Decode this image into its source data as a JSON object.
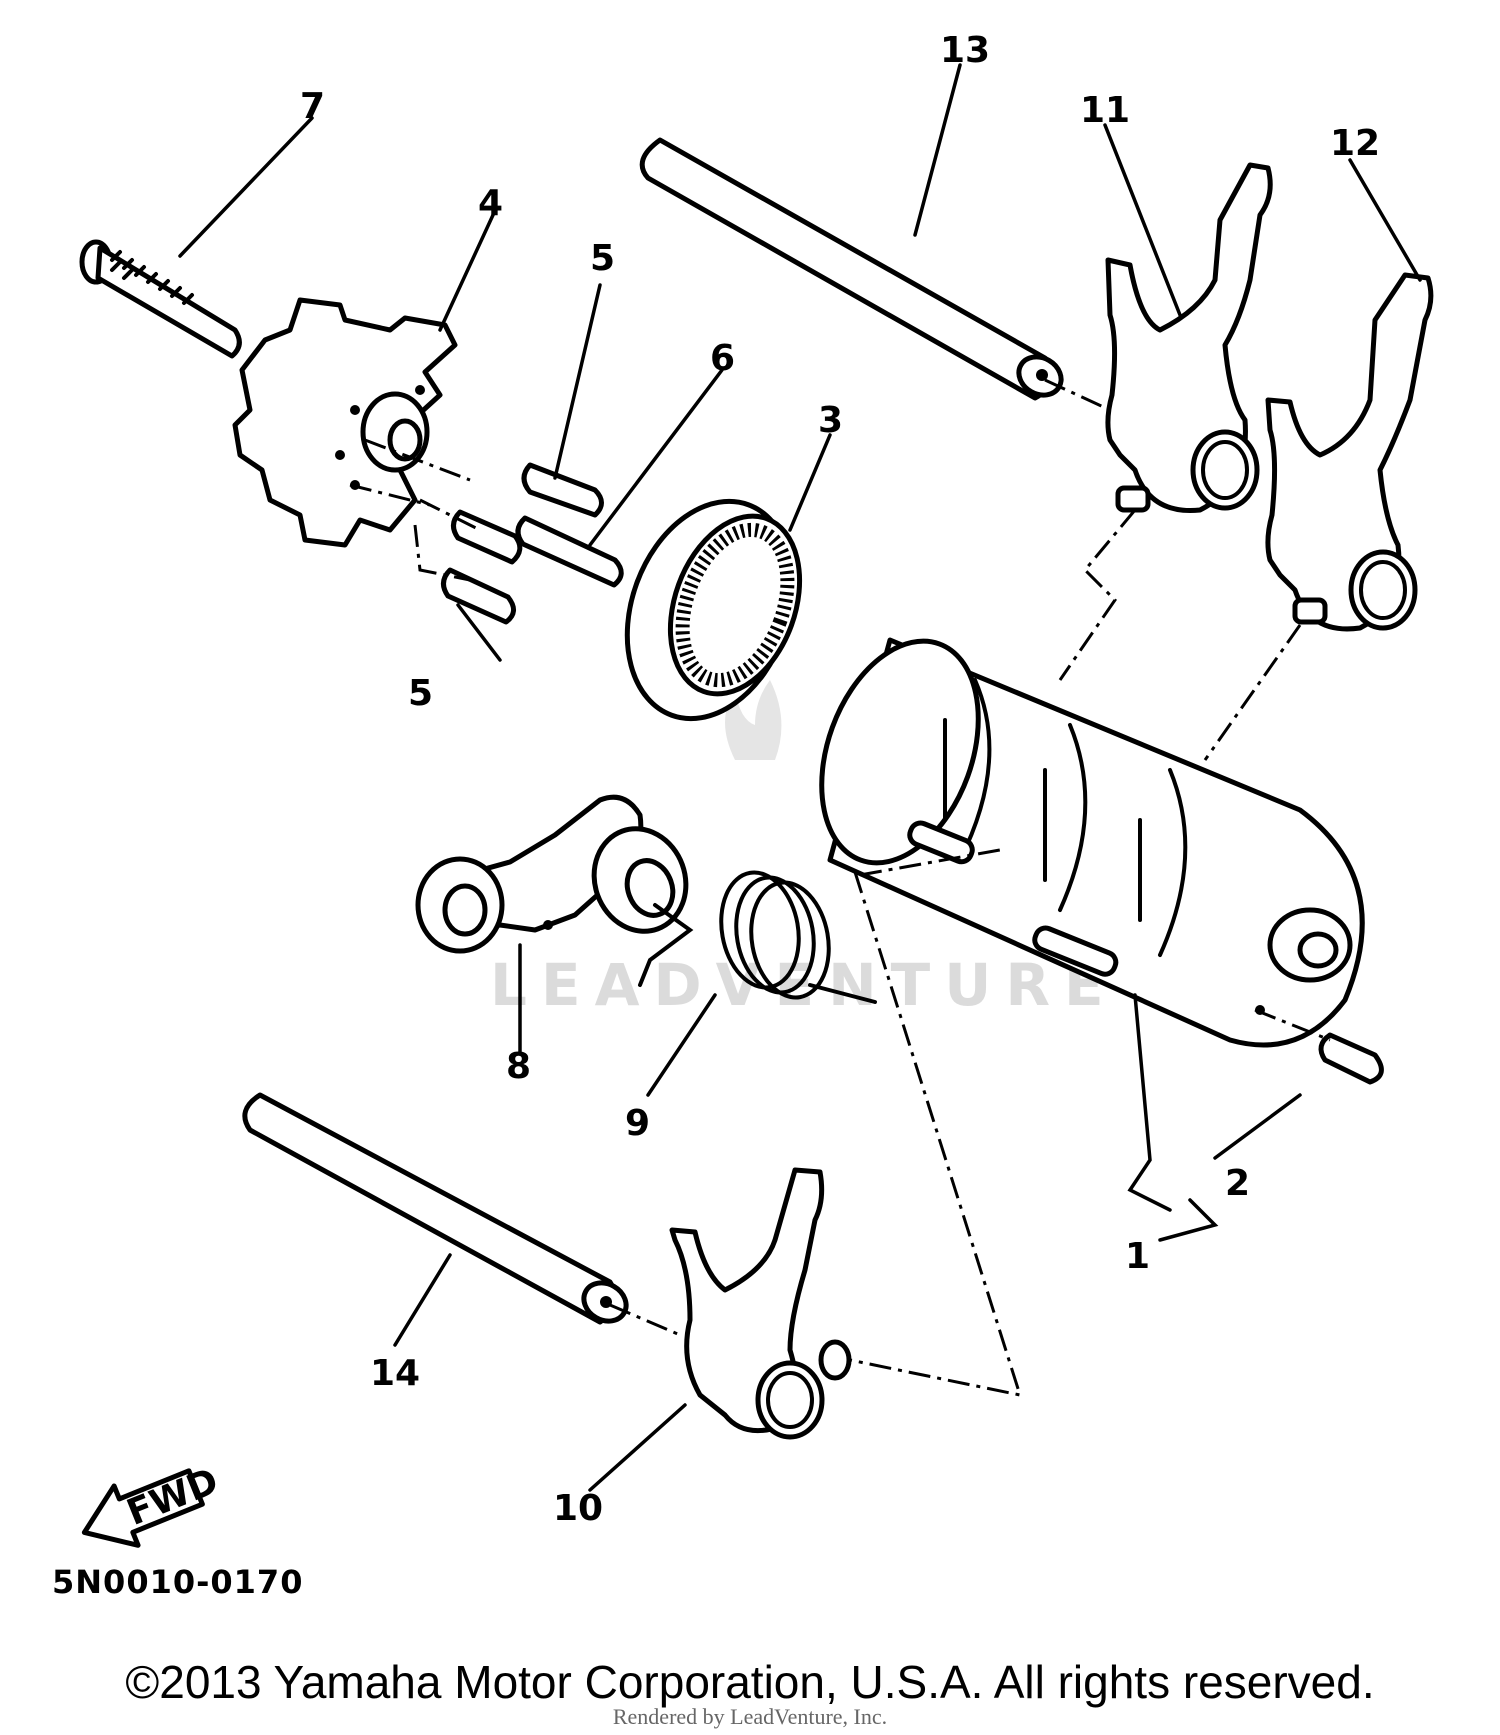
{
  "diagram": {
    "callouts": {
      "c1": "1",
      "c2": "2",
      "c3": "3",
      "c4": "4",
      "c5a": "5",
      "c5b": "5",
      "c6": "6",
      "c7": "7",
      "c8": "8",
      "c9": "9",
      "c10": "10",
      "c11": "11",
      "c12": "12",
      "c13": "13",
      "c14": "14"
    },
    "fwd_label": "FWD",
    "watermark": "LEADVENTURE",
    "code": "5N0010-0170"
  },
  "footer": {
    "copyright": "©2013 Yamaha Motor Corporation, U.S.A. All rights reserved.",
    "rendered_by": "Rendered by LeadVenture, Inc."
  }
}
